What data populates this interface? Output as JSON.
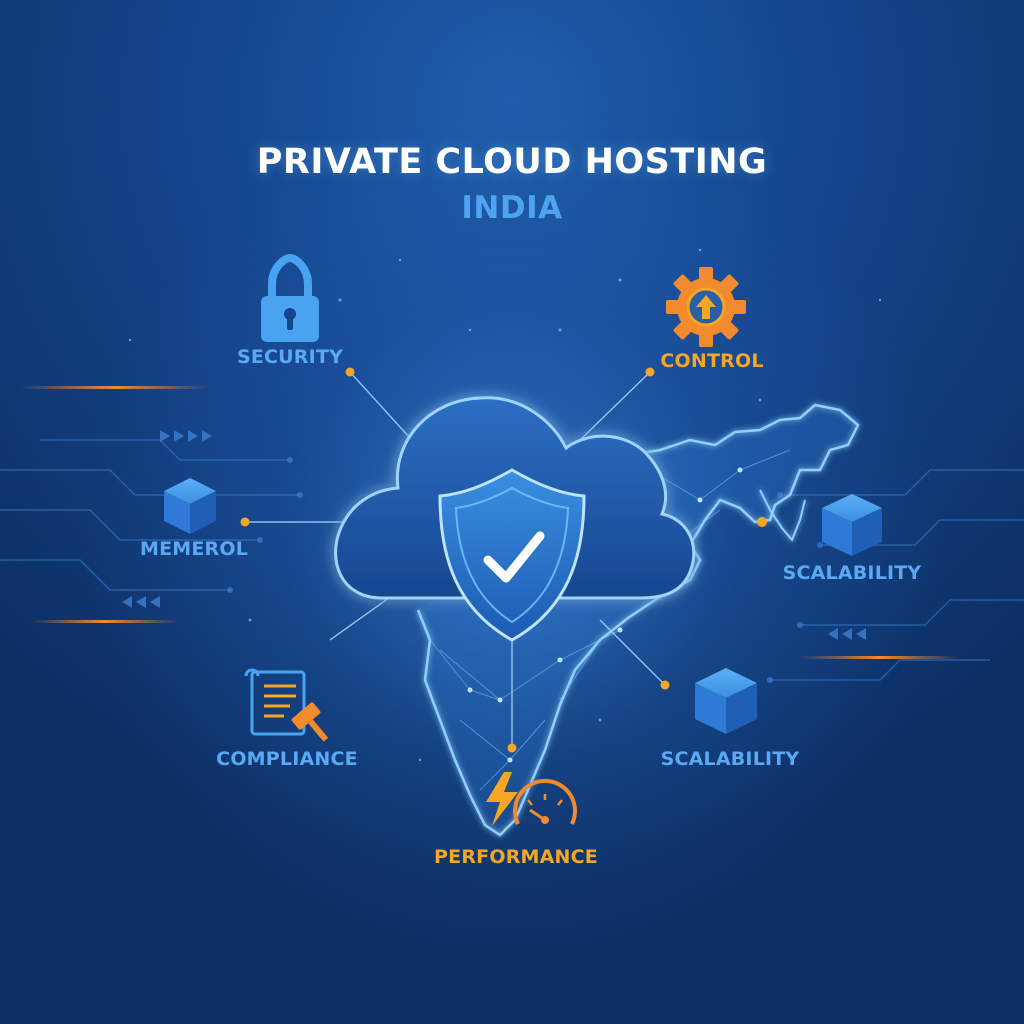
{
  "title": "PRIVATE CLOUD HOSTING",
  "subtitle": "INDIA",
  "features": {
    "security": {
      "label": "SECURITY",
      "icon": "padlock-icon"
    },
    "control": {
      "label": "CONTROL",
      "icon": "gear-upload-icon"
    },
    "memerol": {
      "label": "MEMEROL",
      "icon": "cube-icon"
    },
    "scalability_right": {
      "label": "SCALABILITY",
      "icon": "cube-icon"
    },
    "compliance": {
      "label": "COMPLIANCE",
      "icon": "document-gavel-icon"
    },
    "scalability_lower": {
      "label": "SCALABILITY",
      "icon": "cube-icon"
    },
    "performance": {
      "label": "PERFORMANCE",
      "icon": "speedometer-lightning-icon"
    }
  },
  "center": {
    "icon": "shield-check-icon"
  },
  "colors": {
    "background": "#0c2f63",
    "title": "#ffffff",
    "subtitle": "#4da4f0",
    "label_blue": "#5aa9f2",
    "label_orange": "#f5a623",
    "accent_orange": "#f28a2e",
    "glow": "#7cc4ff"
  }
}
